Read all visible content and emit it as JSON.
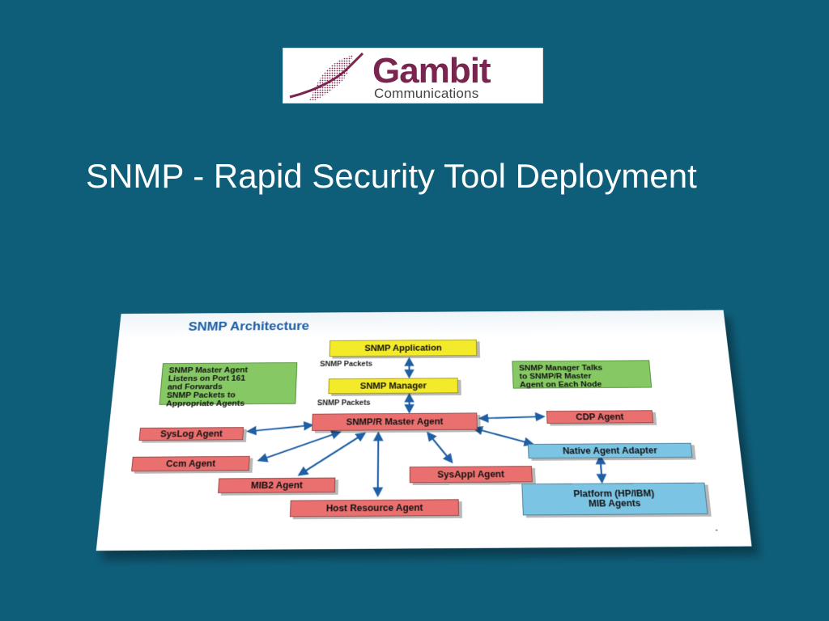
{
  "logo": {
    "name": "Gambit",
    "sub": "Communications",
    "colors": {
      "name": "#7a2450",
      "sub": "#444444"
    }
  },
  "slide": {
    "title": "SNMP - Rapid Security Tool Deployment"
  },
  "diagram": {
    "title": "SNMP Architecture",
    "nodes": {
      "snmp_application": "SNMP Application",
      "snmp_manager": "SNMP Manager",
      "master_agent": "SNMP/R Master Agent",
      "syslog_agent": "SysLog Agent",
      "ccm_agent": "Ccm Agent",
      "mib2_agent": "MIB2 Agent",
      "host_resource_agent": "Host Resource Agent",
      "sysappl_agent": "SysAppl Agent",
      "cdp_agent": "CDP Agent",
      "native_agent_adapter": "Native Agent Adapter",
      "platform_mib_agents": "Platform (HP/IBM)\nMIB Agents"
    },
    "notes": {
      "left": "SNMP Master Agent\nListens on Port 161\nand Forwards\nSNMP Packets to\nAppropriate Agents",
      "right": "SNMP Manager Talks\nto SNMP/R Master\nAgent on Each Node"
    },
    "packets_label_1": "SNMP Packets",
    "packets_label_2": "SNMP Packets",
    "colors": {
      "yellow": "#f3ea2a",
      "red": "#ea6f6f",
      "blue": "#7cc4e4",
      "green": "#86c964",
      "title": "#1f5fa5",
      "arrow": "#1f5fa5"
    }
  }
}
